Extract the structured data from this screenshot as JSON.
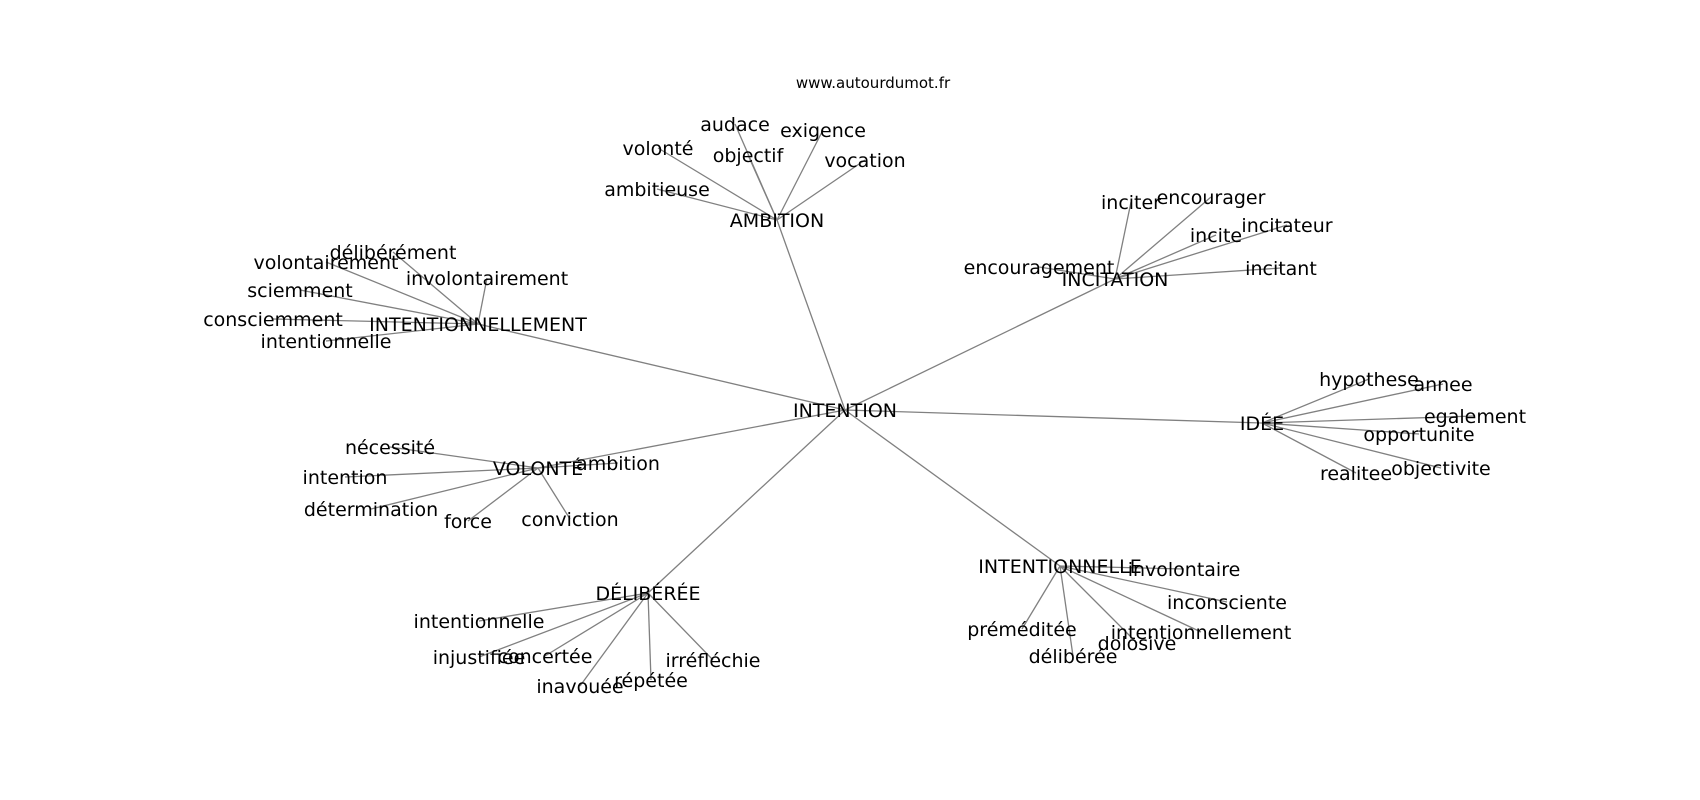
{
  "site": "www.autourdumot.fr",
  "center": "INTENTION",
  "clusters": [
    {
      "hub": "AMBITION",
      "words": [
        "audace",
        "volonté",
        "objectif",
        "exigence",
        "vocation",
        "ambitieuse"
      ]
    },
    {
      "hub": "INCITATION",
      "words": [
        "inciter",
        "encourager",
        "incite",
        "incitateur",
        "encouragement",
        "incitant"
      ]
    },
    {
      "hub": "INTENTIONNELLEMENT",
      "words": [
        "délibérément",
        "volontairement",
        "involontairement",
        "sciemment",
        "consciemment",
        "intentionnelle"
      ]
    },
    {
      "hub": "IDÉE",
      "words": [
        "hypothese",
        "annee",
        "egalement",
        "opportunite",
        "realitee",
        "objectivite"
      ]
    },
    {
      "hub": "VOLONTÉ",
      "words": [
        "nécessité",
        "ambition",
        "intention",
        "détermination",
        "force",
        "conviction"
      ]
    },
    {
      "hub": "INTENTIONNELLE",
      "words": [
        "involontaire",
        "inconsciente",
        "préméditée",
        "intentionnellement",
        "dolosive",
        "délibérée"
      ]
    },
    {
      "hub": "DÉLIBÉRÉE",
      "words": [
        "intentionnelle",
        "injustifiée",
        "concertée",
        "irréfléchie",
        "répétée",
        "inavouée"
      ]
    }
  ]
}
